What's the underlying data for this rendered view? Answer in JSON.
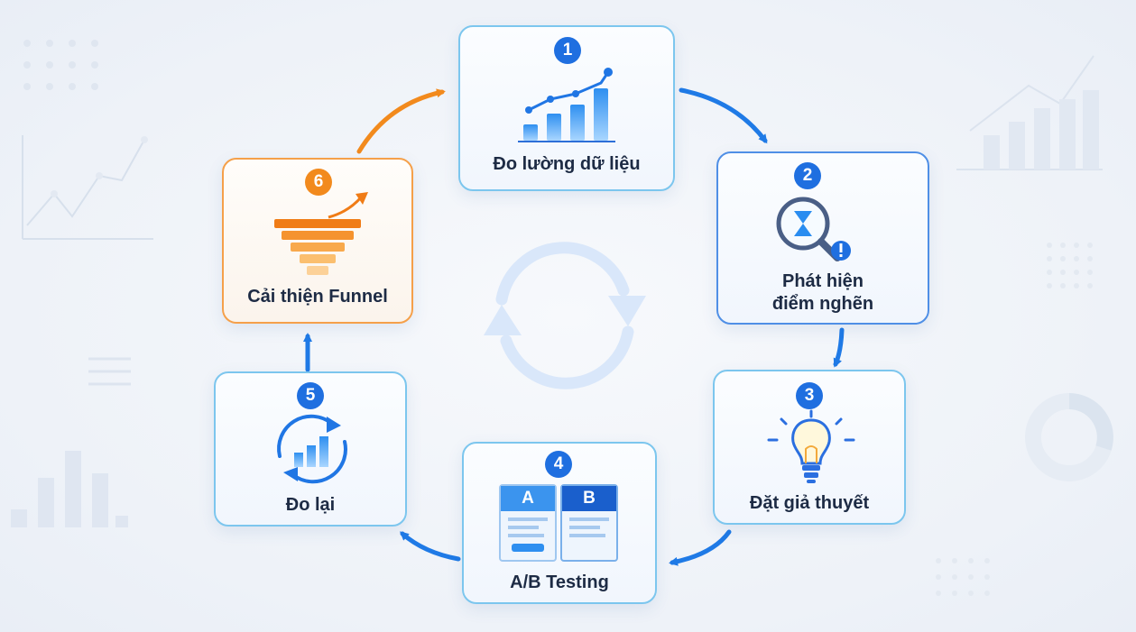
{
  "steps": [
    {
      "number": "1",
      "label": "Đo lường dữ liệu",
      "icon": "bar-chart-growth-icon"
    },
    {
      "number": "2",
      "label_line1": "Phát hiện",
      "label_line2": "điểm nghẽn",
      "icon": "magnifier-hourglass-alert-icon"
    },
    {
      "number": "3",
      "label": "Đặt giả thuyết",
      "icon": "lightbulb-icon"
    },
    {
      "number": "4",
      "label": "A/B Testing",
      "icon": "ab-test-cards-icon",
      "variant_a": "A",
      "variant_b": "B"
    },
    {
      "number": "5",
      "label": "Đo lại",
      "icon": "remeasure-cycle-icon"
    },
    {
      "number": "6",
      "label": "Cải thiện Funnel",
      "icon": "funnel-growth-icon"
    }
  ],
  "colors": {
    "primary_blue": "#1f6fe0",
    "light_blue_border": "#7cc6ee",
    "orange": "#f28a1d",
    "text_dark": "#1d2b44"
  }
}
